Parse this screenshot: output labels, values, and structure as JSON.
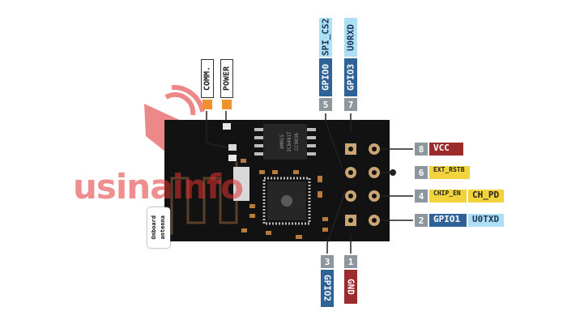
{
  "watermark": {
    "text": "usinainfo"
  },
  "antenna": {
    "line1": "Onboard",
    "line2": "antenna"
  },
  "leds": {
    "comm": "COMM.",
    "power": "POWER"
  },
  "chip": {
    "line1": "AM015",
    "line2": "2C8491T",
    "line3": "CC9036"
  },
  "right_pins": [
    {
      "number": "8",
      "labels": [
        {
          "text": "VCC",
          "color": "red"
        }
      ]
    },
    {
      "number": "6",
      "labels": [
        {
          "text": "EXT_RSTB",
          "color": "yellow"
        }
      ]
    },
    {
      "number": "4",
      "labels": [
        {
          "text": "CHIP_EN",
          "color": "yellow"
        },
        {
          "text": "CH_PD",
          "color": "yellow"
        }
      ]
    },
    {
      "number": "2",
      "labels": [
        {
          "text": "GPIO1",
          "color": "blue"
        },
        {
          "text": "U0TXD",
          "color": "lightblue"
        }
      ]
    }
  ],
  "top_pins": [
    {
      "number": "5",
      "labels": [
        {
          "text": "GPIO0",
          "color": "blue"
        },
        {
          "text": "SPI_CS2",
          "color": "lightblue"
        }
      ]
    },
    {
      "number": "7",
      "labels": [
        {
          "text": "GPIO3",
          "color": "blue"
        },
        {
          "text": "U0RXD",
          "color": "lightblue"
        }
      ]
    }
  ],
  "bottom_pins": [
    {
      "number": "3",
      "labels": [
        {
          "text": "GPIO2",
          "color": "blue"
        }
      ]
    },
    {
      "number": "1",
      "labels": [
        {
          "text": "GND",
          "color": "red"
        }
      ]
    }
  ]
}
